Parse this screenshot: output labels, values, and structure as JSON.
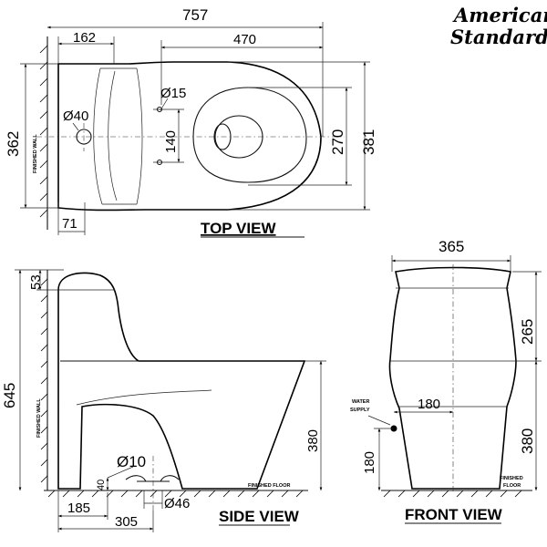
{
  "brand": {
    "line1": "American",
    "line2": "Standard"
  },
  "top_view": {
    "title": "TOP VIEW",
    "wall_label": "FINISHED WALL",
    "dims": {
      "overall_length": "757",
      "tank_depth": "162",
      "bowl_length": "470",
      "overall_width": "362",
      "bowl_outer_width": "381",
      "bowl_inner_width": "270",
      "hole_spacing": "140",
      "hole_dia": "Ø15",
      "supply_dia": "Ø40",
      "wall_offset": "71"
    }
  },
  "side_view": {
    "title": "SIDE VIEW",
    "wall_label": "FINISHED WALL",
    "floor_label": "FINISHED FLOOR",
    "dims": {
      "overall_height": "645",
      "tank_lid": "53",
      "seat_height": "380",
      "outlet_dia": "Ø10",
      "outlet_height": "40",
      "outlet_pipe_dia": "Ø46",
      "rough_in_1": "185",
      "rough_in_2": "305"
    }
  },
  "front_view": {
    "title": "FRONT VIEW",
    "supply_label_1": "WATER",
    "supply_label_2": "SUPPLY",
    "floor_label_1": "FINISHED",
    "floor_label_2": "FLOOR",
    "dims": {
      "tank_width": "365",
      "tank_height": "265",
      "supply_offset": "180",
      "supply_height": "180",
      "seat_height": "380"
    }
  }
}
